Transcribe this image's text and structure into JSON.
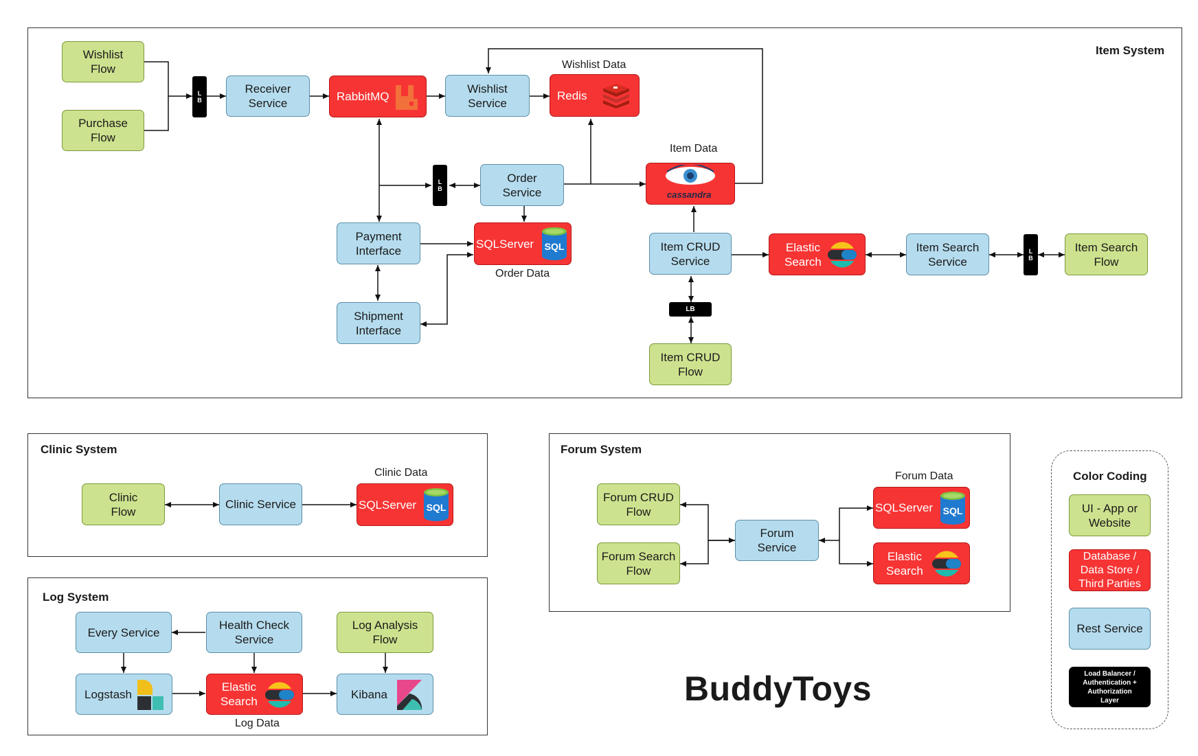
{
  "systems": {
    "item": "Item System",
    "clinic": "Clinic System",
    "forum": "Forum System",
    "log": "Log System",
    "legend": "Color Coding"
  },
  "nodes": {
    "wishlist_flow": "Wishlist\nFlow",
    "purchase_flow": "Purchase\nFlow",
    "receiver_service": "Receiver\nService",
    "rabbitmq": "RabbitMQ",
    "wishlist_service": "Wishlist\nService",
    "redis": "Redis",
    "order_service": "Order\nService",
    "payment_interface": "Payment\nInterface",
    "shipment_interface": "Shipment\nInterface",
    "sqlserver_order": "SQLServer",
    "cassandra": "cassandra",
    "item_crud_service": "Item CRUD\nService",
    "elastic_item": "Elastic\nSearch",
    "item_search_service": "Item Search\nService",
    "item_search_flow": "Item Search\nFlow",
    "item_crud_flow": "Item CRUD\nFlow",
    "clinic_flow": "Clinic\nFlow",
    "clinic_service": "Clinic Service",
    "sqlserver_clinic": "SQLServer",
    "forum_crud_flow": "Forum CRUD\nFlow",
    "forum_search_flow": "Forum Search\nFlow",
    "forum_service": "Forum\nService",
    "sqlserver_forum": "SQLServer",
    "elastic_forum": "Elastic\nSearch",
    "every_service": "Every Service",
    "health_check_service": "Health Check\nService",
    "log_analysis_flow": "Log Analysis\nFlow",
    "logstash": "Logstash",
    "elastic_log": "Elastic\nSearch",
    "kibana": "Kibana"
  },
  "lb": {
    "vertical": "L\nB",
    "horizontal": "LB"
  },
  "data_labels": {
    "wishlist_data": "Wishlist Data",
    "item_data": "Item Data",
    "order_data": "Order Data",
    "clinic_data": "Clinic Data",
    "forum_data": "Forum Data",
    "log_data": "Log Data"
  },
  "legend": {
    "ui": "UI - App or\nWebsite",
    "database": "Database /\nData Store /\nThird Parties",
    "rest": "Rest Service",
    "lb": "Load Balancer /\nAuthentication +\nAuthorization\nLayer"
  },
  "brand": "BuddyToys",
  "icon_text": {
    "sql": "SQL"
  },
  "colors": {
    "ui": "#cde28e",
    "database": "#f73434",
    "rest": "#b5dcee",
    "lb": "#000000"
  }
}
